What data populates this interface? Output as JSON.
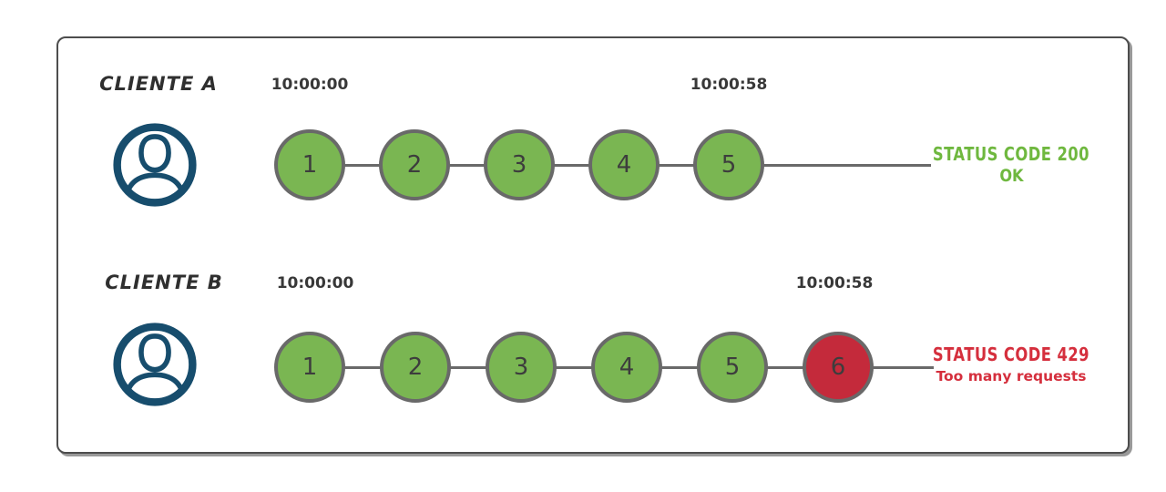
{
  "diagram_title": "rate-limiting-two-clients",
  "colors": {
    "request_ok": "#7ab652",
    "request_blocked": "#c42a3b",
    "circle_border": "#696969",
    "timeline": "#696969",
    "avatar_navy": "#174d6d",
    "frame_border": "#4d4d4d",
    "text_dark": "#383838",
    "status_ok_green": "#6fb83f",
    "status_err_red": "#d52f3d"
  },
  "rows": [
    {
      "client_label": "CLIENTE A",
      "start_time": "10:00:00",
      "end_time": "10:00:58",
      "requests": [
        {
          "label": "1",
          "status": "ok"
        },
        {
          "label": "2",
          "status": "ok"
        },
        {
          "label": "3",
          "status": "ok"
        },
        {
          "label": "4",
          "status": "ok"
        },
        {
          "label": "5",
          "status": "ok"
        }
      ],
      "status_line1": "STATUS CODE 200",
      "status_line2": "OK",
      "status_type": "success"
    },
    {
      "client_label": "CLIENTE B",
      "start_time": "10:00:00",
      "end_time": "10:00:58",
      "requests": [
        {
          "label": "1",
          "status": "ok"
        },
        {
          "label": "2",
          "status": "ok"
        },
        {
          "label": "3",
          "status": "ok"
        },
        {
          "label": "4",
          "status": "ok"
        },
        {
          "label": "5",
          "status": "ok"
        },
        {
          "label": "6",
          "status": "blocked"
        }
      ],
      "status_line1": "STATUS CODE 429",
      "status_line2": "Too many requests",
      "status_type": "error"
    }
  ]
}
